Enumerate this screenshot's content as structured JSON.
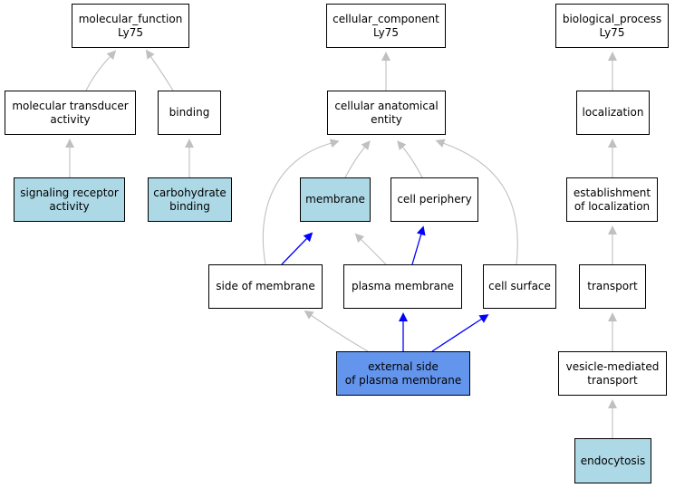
{
  "diagram": {
    "colors": {
      "grey_edge": "#c0c0c0",
      "blue_edge": "#0000ff",
      "light_node": "#add8e6",
      "focus_node": "#6495ed"
    },
    "nodes": {
      "mf_root": "molecular_function\nLy75",
      "cc_root": "cellular_component\nLy75",
      "bp_root": "biological_process\nLy75",
      "mol_transducer": "molecular transducer\nactivity",
      "binding": "binding",
      "cellular_entity": "cellular anatomical\nentity",
      "localization": "localization",
      "signaling_receptor": "signaling receptor\nactivity",
      "carbohydrate_binding": "carbohydrate\nbinding",
      "membrane": "membrane",
      "cell_periphery": "cell periphery",
      "establishment_localization": "establishment\nof localization",
      "side_of_membrane": "side of membrane",
      "plasma_membrane": "plasma membrane",
      "cell_surface": "cell surface",
      "transport": "transport",
      "external_side": "external side\nof plasma membrane",
      "vesicle_transport": "vesicle-mediated\ntransport",
      "endocytosis": "endocytosis"
    },
    "edges": [
      {
        "from": "mol_transducer",
        "to": "mf_root",
        "type": "is_a"
      },
      {
        "from": "binding",
        "to": "mf_root",
        "type": "is_a"
      },
      {
        "from": "signaling_receptor",
        "to": "mol_transducer",
        "type": "is_a"
      },
      {
        "from": "carbohydrate_binding",
        "to": "binding",
        "type": "is_a"
      },
      {
        "from": "cellular_entity",
        "to": "cc_root",
        "type": "is_a"
      },
      {
        "from": "membrane",
        "to": "cellular_entity",
        "type": "is_a"
      },
      {
        "from": "cell_periphery",
        "to": "cellular_entity",
        "type": "is_a"
      },
      {
        "from": "side_of_membrane",
        "to": "cellular_entity",
        "type": "is_a"
      },
      {
        "from": "cell_surface",
        "to": "cellular_entity",
        "type": "is_a"
      },
      {
        "from": "side_of_membrane",
        "to": "membrane",
        "type": "part_of"
      },
      {
        "from": "plasma_membrane",
        "to": "membrane",
        "type": "is_a"
      },
      {
        "from": "plasma_membrane",
        "to": "cell_periphery",
        "type": "part_of"
      },
      {
        "from": "external_side",
        "to": "side_of_membrane",
        "type": "is_a"
      },
      {
        "from": "external_side",
        "to": "plasma_membrane",
        "type": "part_of"
      },
      {
        "from": "external_side",
        "to": "cell_surface",
        "type": "part_of"
      },
      {
        "from": "localization",
        "to": "bp_root",
        "type": "is_a"
      },
      {
        "from": "establishment_localization",
        "to": "localization",
        "type": "is_a"
      },
      {
        "from": "transport",
        "to": "establishment_localization",
        "type": "is_a"
      },
      {
        "from": "vesicle_transport",
        "to": "transport",
        "type": "is_a"
      },
      {
        "from": "endocytosis",
        "to": "vesicle_transport",
        "type": "is_a"
      }
    ]
  }
}
